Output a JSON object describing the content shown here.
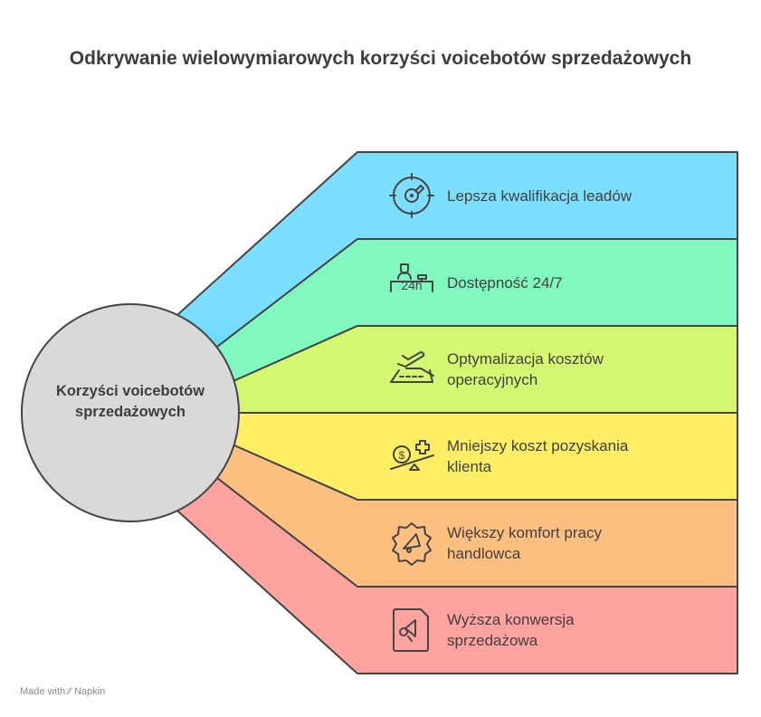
{
  "title": "Odkrywanie wielowymiarowych korzyści voicebotów sprzedażowych",
  "center": {
    "label": "Korzyści voicebotów sprzedażowych"
  },
  "items": [
    {
      "label": "Lepsza kwalifikacja leadów",
      "icon": "target-key-icon",
      "color": "#7ddfff"
    },
    {
      "label": "Dostępność 24/7",
      "icon": "reception-24h-icon",
      "color": "#80f8c0"
    },
    {
      "label": "Optymalizacja kosztów operacyjnych",
      "icon": "airplane-runway-icon",
      "color": "#d4f872"
    },
    {
      "label": "Mniejszy koszt pozyskania klienta",
      "icon": "balance-dollar-icon",
      "color": "#ffee66"
    },
    {
      "label": "Większy komfort pracy handlowca",
      "icon": "gear-megaphone-icon",
      "color": "#ffbf80"
    },
    {
      "label": "Wyższa konwersja sprzedażowa",
      "icon": "document-megaphone-icon",
      "color": "#ffa3a0"
    }
  ],
  "footer": {
    "made_with": "Made with",
    "brand": "Napkin"
  }
}
